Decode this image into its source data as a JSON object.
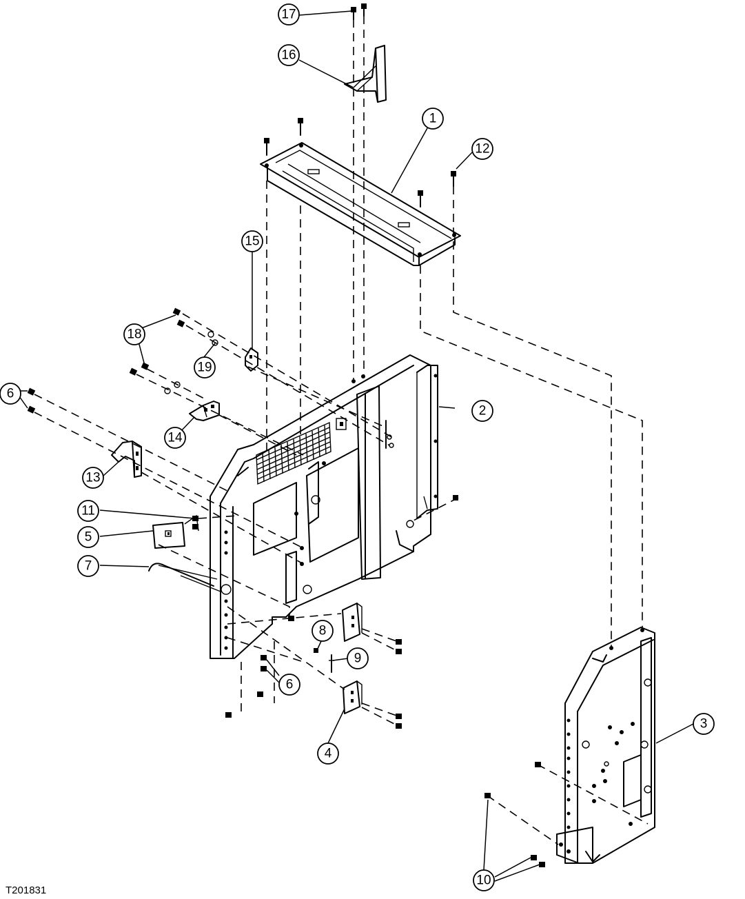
{
  "figure_id": "T201831",
  "callouts": {
    "c1": "1",
    "c2": "2",
    "c3": "3",
    "c4": "4",
    "c5": "5",
    "c6a": "6",
    "c6b": "6",
    "c7": "7",
    "c8": "8",
    "c9": "9",
    "c10": "10",
    "c11": "11",
    "c12": "12",
    "c13": "13",
    "c14": "14",
    "c15": "15",
    "c16": "16",
    "c17": "17",
    "c18": "18",
    "c19": "19"
  }
}
